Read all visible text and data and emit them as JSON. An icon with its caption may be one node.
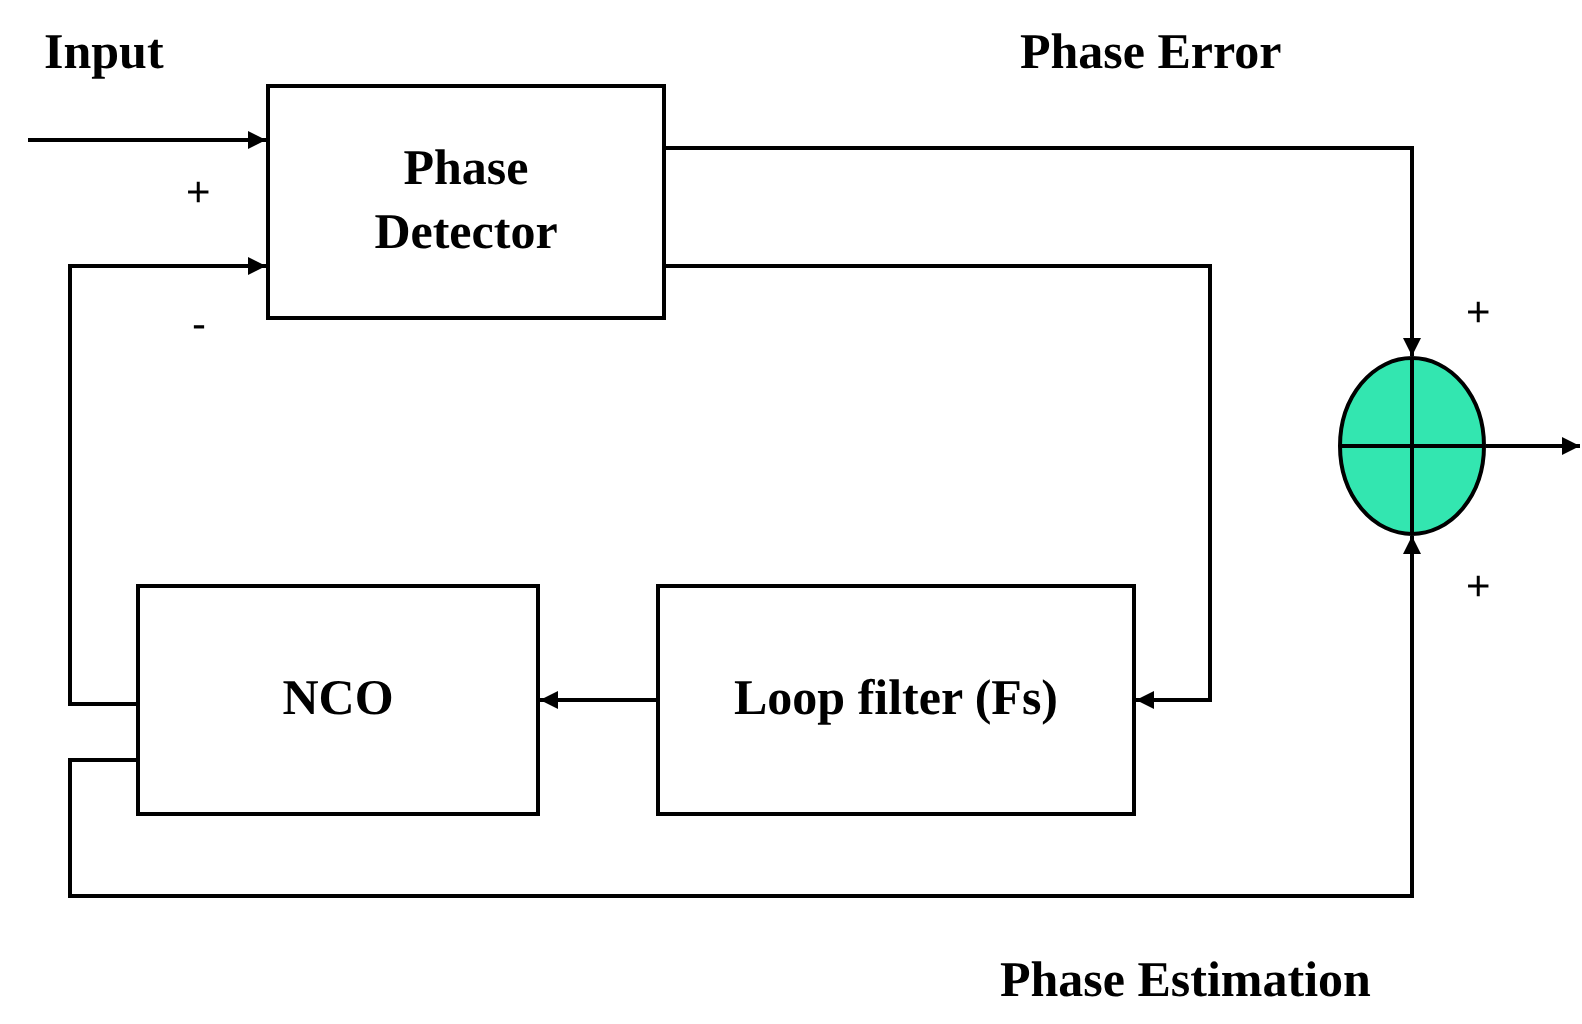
{
  "diagram": {
    "nodes": [
      {
        "text": [
          "Phase Detector"
        ]
      },
      {
        "text": [
          "NCO"
        ]
      },
      {
        "text": [
          "Loop filter (Fs)"
        ]
      },
      {
        "text": [],
        "shape": "circle"
      }
    ],
    "edges": [
      {
        "from": null,
        "to": 0,
        "arrow": "to"
      },
      {
        "from": 0,
        "to": 3,
        "arrow": "to"
      },
      {
        "from": 0,
        "to": 2,
        "arrow": "to"
      },
      {
        "from": 2,
        "to": 1,
        "arrow": "to"
      },
      {
        "from": 1,
        "to": 0,
        "arrow": "to"
      },
      {
        "from": 1,
        "to": 3,
        "arrow": "to"
      },
      {
        "from": 3,
        "to": null,
        "arrow": "to"
      }
    ],
    "labels": [
      "Input",
      "Phase Error",
      "+",
      "+",
      "-",
      "+",
      "Phase Estimation"
    ]
  }
}
